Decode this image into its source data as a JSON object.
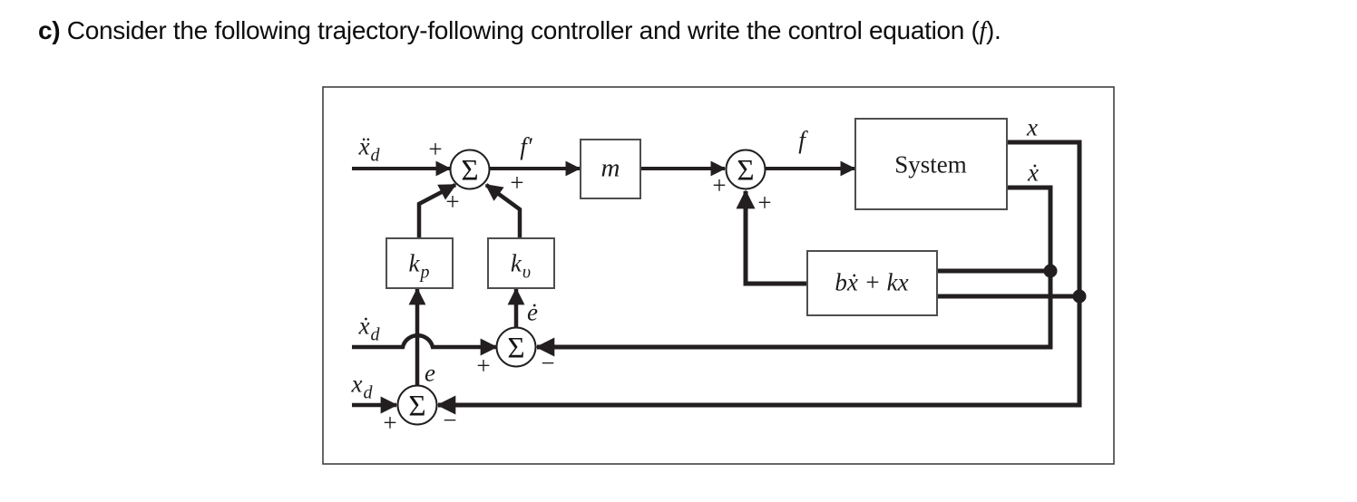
{
  "title": {
    "part": "c)",
    "body": " Consider the following trajectory-following controller and write the control equation (",
    "f_symbol": "f",
    "suffix": ")."
  },
  "diagram": {
    "signals": {
      "xdd_desired": {
        "main": "ẍ",
        "sub": "d"
      },
      "xdot_desired": {
        "main": "ẋ",
        "sub": "d"
      },
      "x_desired": {
        "main": "x",
        "sub": "d"
      },
      "f_prime": "f′",
      "f": "f",
      "x": "x",
      "x_dot": "ẋ",
      "e": "e",
      "e_dot": "ė"
    },
    "blocks": {
      "m": "m",
      "system": "System",
      "feedback": "bẋ + kx",
      "kp": {
        "main": "k",
        "sub": "p"
      },
      "kv": {
        "main": "k",
        "sub": "υ"
      }
    },
    "operators": {
      "sigma": "Σ",
      "plus": "+",
      "minus": "−"
    },
    "colors": {
      "line": "#231f20",
      "block_stroke": "#4d4e50",
      "border": "#3f4041"
    }
  }
}
